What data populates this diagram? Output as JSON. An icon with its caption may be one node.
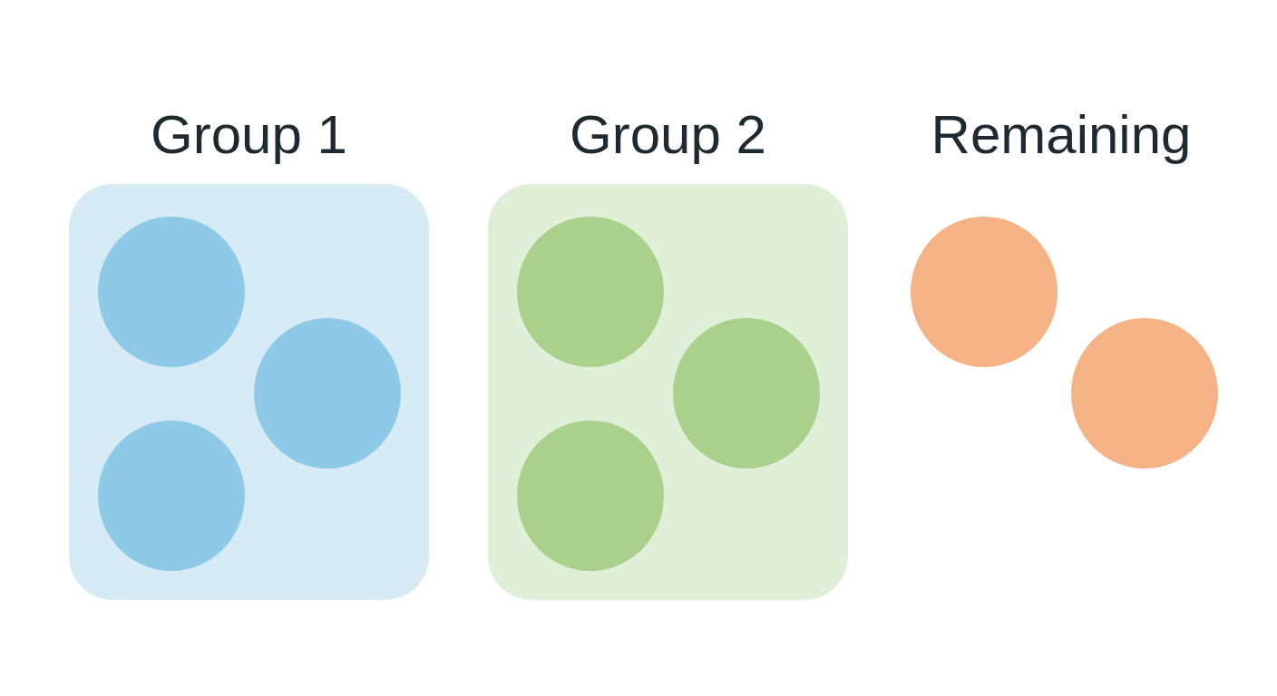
{
  "diagram": {
    "nodes": [
      {
        "text": [
          "Group 1"
        ]
      },
      {
        "text": [],
        "shape": "circle",
        "in": 0
      },
      {
        "text": [],
        "shape": "circle",
        "in": 0
      },
      {
        "text": [],
        "shape": "circle",
        "in": 0
      },
      {
        "text": [
          "Group 2"
        ]
      },
      {
        "text": [],
        "shape": "circle",
        "in": 4
      },
      {
        "text": [],
        "shape": "circle",
        "in": 4
      },
      {
        "text": [],
        "shape": "circle",
        "in": 4
      },
      {
        "text": [],
        "shape": "circle"
      },
      {
        "text": [],
        "shape": "circle"
      }
    ],
    "labels": [
      "Remaining"
    ]
  }
}
